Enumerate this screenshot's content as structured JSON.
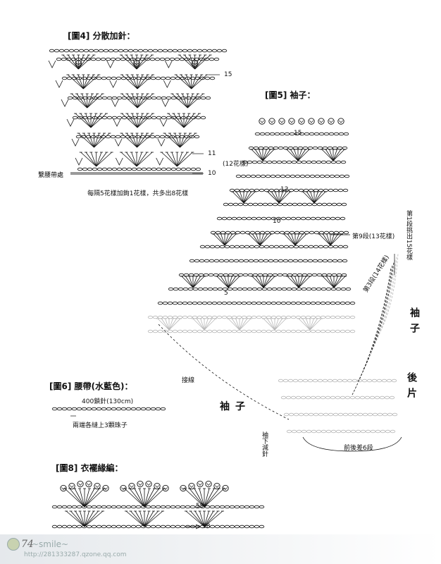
{
  "fig4": {
    "title": "[圖4] 分散加針：",
    "waist_label": "繫腰帶處",
    "caption": "每隔5花樣加鉤1花樣，共多出8花樣",
    "row_labels": [
      "15",
      "11",
      "10"
    ]
  },
  "fig5": {
    "title": "[圖5] 袖子：",
    "pattern_count": "(12花樣)",
    "row_numbers": [
      "15",
      "12",
      "10",
      "5"
    ],
    "row9_note": "第9段(13花樣)",
    "row3_note": "第3段(14花樣)",
    "row1_note": "第1段挑出15花樣",
    "sleeve_right": "袖子",
    "back_piece": "後片",
    "join_line": "接線",
    "sleeve_left": "袖子",
    "underarm_dec": "袖下減針",
    "front_back_dec": "前後差6段"
  },
  "fig6": {
    "title": "[圖6] 腰帶(水藍色)：",
    "chain_note": "400鎖針(130cm)",
    "bead_note": "兩端各縫上3顆珠子"
  },
  "fig8": {
    "title": "[圖8] 衣襬緣編：",
    "row_labels": [
      "59",
      "58"
    ]
  },
  "page": {
    "number": "74",
    "watermark_name": "~smile~",
    "watermark_url": "http://281333287.qzone.qq.com"
  },
  "colors": {
    "ink": "#111111",
    "gray_line": "#9a9a9a",
    "ghost": "#b8b8b8"
  }
}
